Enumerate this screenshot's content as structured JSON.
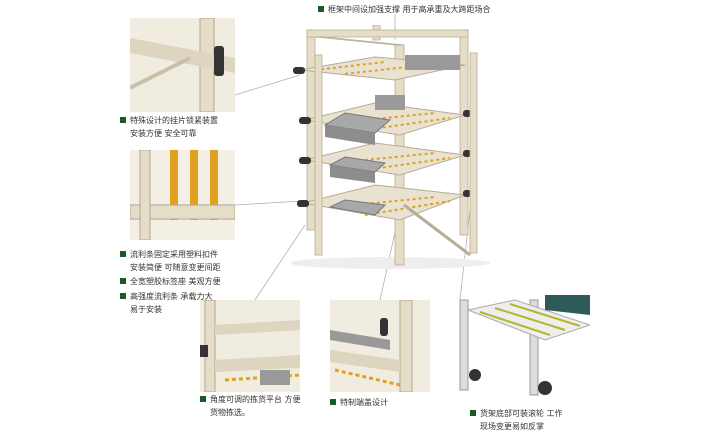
{
  "notes": {
    "frame_support": "框架中间设加强支撑 用于高承重及大跨距场合",
    "lock_device": [
      "特殊设计的挂片锁紧装置",
      "安装方便 安全可靠"
    ],
    "plastic_clip": [
      "流利条固定采用塑料扣件",
      "安装简便 可随意变更间距"
    ],
    "label_holder": "全宽塑胶标签座 美观方便",
    "roller_track": [
      "高强度流利条 承载力大",
      "易于安装"
    ],
    "picking_platform": [
      "角度可调的拣货平台 方便",
      "货物拣选。"
    ],
    "end_cap": "特制端盖设计",
    "casters": [
      "货架底部可装滚轮 工作",
      "现场变更易如反掌"
    ]
  },
  "colors": {
    "bullet": "#1d5a2a",
    "frame": "#e6ddc8",
    "roller": "#e0a020",
    "bin": "#9a9a9a"
  }
}
